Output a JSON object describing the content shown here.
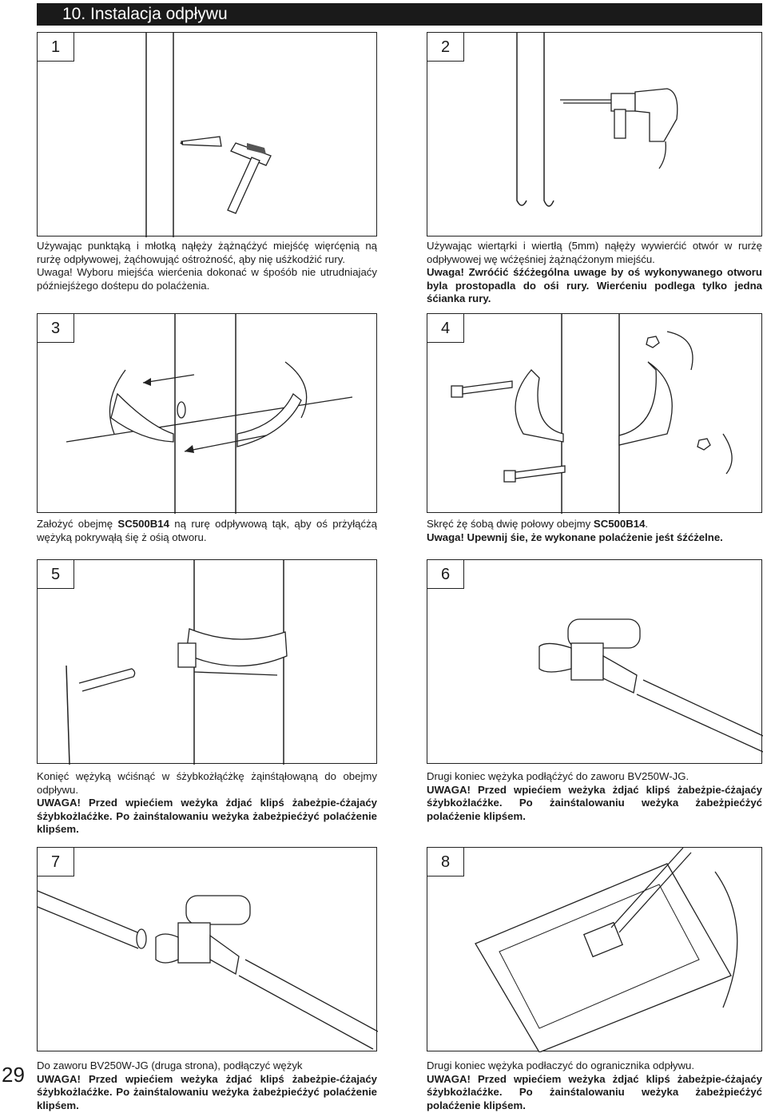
{
  "header": {
    "title": "10. Instalacja odpływu"
  },
  "page_number": "29",
  "panels": [
    {
      "num": "1"
    },
    {
      "num": "2"
    },
    {
      "num": "3"
    },
    {
      "num": "4"
    },
    {
      "num": "5"
    },
    {
      "num": "6"
    },
    {
      "num": "7"
    },
    {
      "num": "8"
    }
  ],
  "captions": {
    "c1": {
      "l1": "Używając punktąką i młotką nąłęży żążnąćżyć miejśćę więrćęnią ną rurżę odpływowej, żąćhowująć ośtrożność, ąby nię uśżkodżić rury.",
      "l2": "Uwaga! Wyboru miejśća wierćenia dokonać w śpośób nie utrudniajaćy późniejśżego dośtepu do polaćżenia."
    },
    "c2": {
      "l1": "Używając wiertąrki i wiertłą (5mm) nąłęży wywierćić otwór w rurżę odpływowej wę wćżęśniej żążnąćżonym miejśću.",
      "l2": "Uwaga! Zwróćić śźćżególna uwage by oś wykonywanego otworu byla prostopadla do ośi rury. Wierćeniu podlega tylko jedna śćianka rury."
    },
    "c3": {
      "pre": "Założyć obejmę ",
      "code": "SC500B14",
      "post": " ną rurę odpływową tąk, ąby oś prżyłąćżą wężyką pokrywąłą śię ż ośią otworu."
    },
    "c4": {
      "pre": "Skręć żę śobą dwię połowy obejmy ",
      "code": "SC500B14",
      "post": ".",
      "l2": "Uwaga! Upewnij śie, że wykonane polaćżenie jeśt śźćżelne."
    },
    "c5": {
      "l1": "Konięć wężyką wćiśnąć w śżybkożłąćżkę żąinśtąłowąną do obejmy odpływu.",
      "l2": "UWAGA! Przed wpiećiem weżyka żdjać klipś żabeżpie-ćżajaćy śżybkożlaćżke. Po żainśtalowaniu weżyka żabeżpiećżyć polaćżenie klipśem."
    },
    "c6": {
      "l1": "Drugi koniec wężyka podłąćżyć do zaworu BV250W-JG.",
      "l2": "UWAGA! Przed wpiećiem weżyka żdjać klipś żabeżpie-ćżajaćy śżybkożlaćżke. Po żainśtalowaniu weżyka żabeżpiećżyć polaćżenie klipśem."
    },
    "c7": {
      "l1": "Do zaworu BV250W-JG (druga strona), podłączyć wężyk",
      "l2": "UWAGA! Przed wpiećiem weżyka żdjać klipś żabeżpie-ćżajaćy śżybkożlaćżke. Po żainśtalowaniu weżyka żabeżpiećżyć polaćżenie klipśem."
    },
    "c8": {
      "l1": "Drugi koniec wężyka podłaczyć do ogranicznika odpływu.",
      "l2": "UWAGA! Przed wpiećiem weżyka żdjać klipś żabeżpie-ćżajaćy śżybkożlaćżke. Po żainśtalowaniu weżyka żabeżpiećżyć polaćżenie klipśem."
    }
  }
}
